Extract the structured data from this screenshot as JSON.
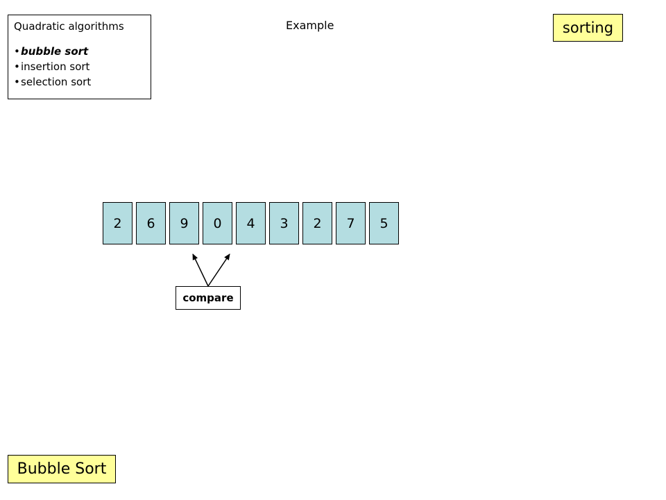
{
  "algorithms_panel": {
    "title": "Quadratic algorithms",
    "items": [
      {
        "label": "bubble sort",
        "current": true
      },
      {
        "label": "insertion sort",
        "current": false
      },
      {
        "label": "selection sort",
        "current": false
      }
    ]
  },
  "heading": "Example",
  "topic_tag": "sorting",
  "algorithm_tag": "Bubble Sort",
  "array": {
    "values": [
      "2",
      "6",
      "9",
      "0",
      "4",
      "3",
      "2",
      "7",
      "5"
    ],
    "compared_indices": [
      2,
      3
    ]
  },
  "compare_label": "compare",
  "colors": {
    "cell_fill": "#b4dde1",
    "tag_fill": "#ffff99",
    "outline": "#000000"
  }
}
